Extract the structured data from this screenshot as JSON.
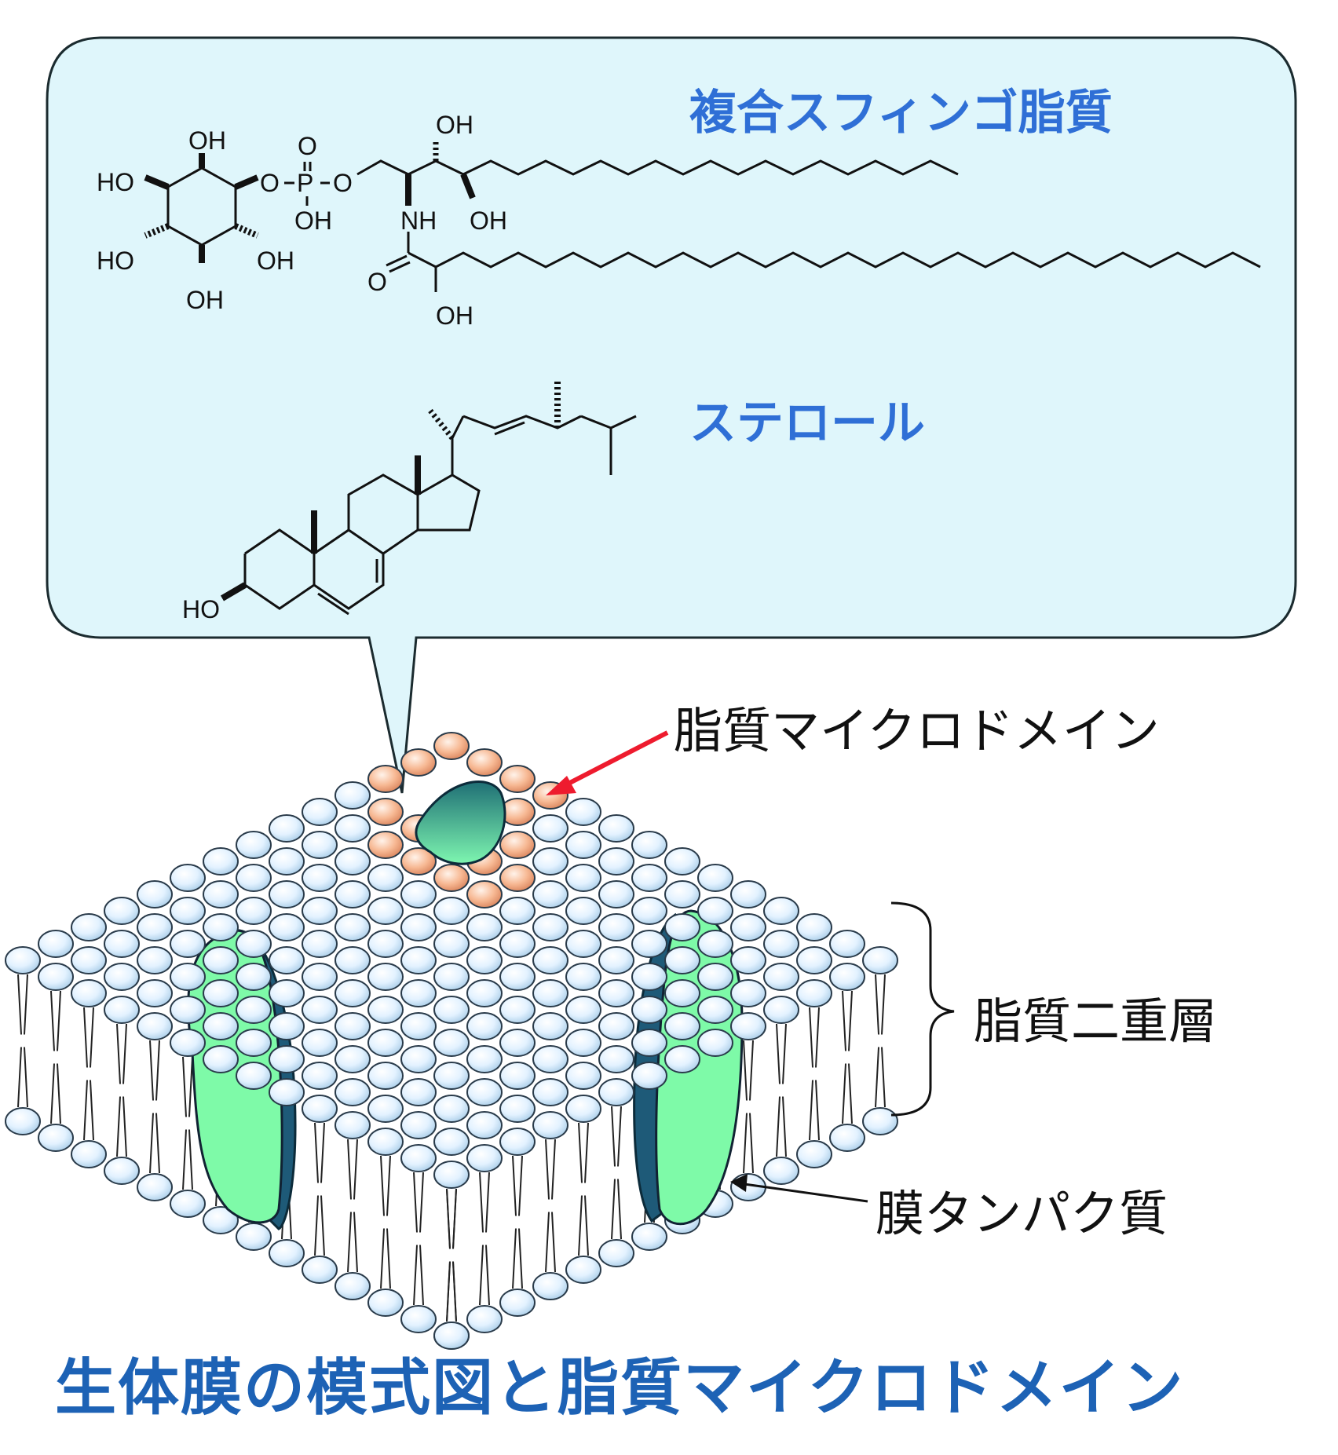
{
  "callout": {
    "sphingolipid_label": "複合スフィンゴ脂質",
    "sterol_label": "ステロール"
  },
  "sphingolipid_atoms": {
    "oh_inositol_top": "OH",
    "ho_inositol_left": "HO",
    "ho_inositol_lower_left": "HO",
    "oh_inositol_lower_right": "OH",
    "oh_inositol_bottom": "OH",
    "o_ester_left": "O",
    "p_atom": "P",
    "o_double": "O",
    "oh_phosphate": "OH",
    "o_ester_right": "O",
    "oh_chain_top": "OH",
    "nh": "NH",
    "oh_chain_bottom": "OH",
    "o_carbonyl": "O",
    "oh_alpha": "OH"
  },
  "sterol_atoms": {
    "ho_sterol": "HO"
  },
  "labels": {
    "microdomain": "脂質マイクロドメイン",
    "bilayer": "脂質二重層",
    "membrane_protein": "膜タンパク質"
  },
  "caption": "生体膜の模式図と脂質マイクロドメイン",
  "colors": {
    "callout_fill": "#dff6fb",
    "lipid_head_blue": "#dcefff",
    "lipid_head_orange": "#f4b590",
    "protein_green": "#7efaa8",
    "protein_dark": "#1e5a78",
    "label_blue": "#2f6fd6",
    "caption_blue": "#1d62b5",
    "arrow_red": "#ee1b2e"
  }
}
